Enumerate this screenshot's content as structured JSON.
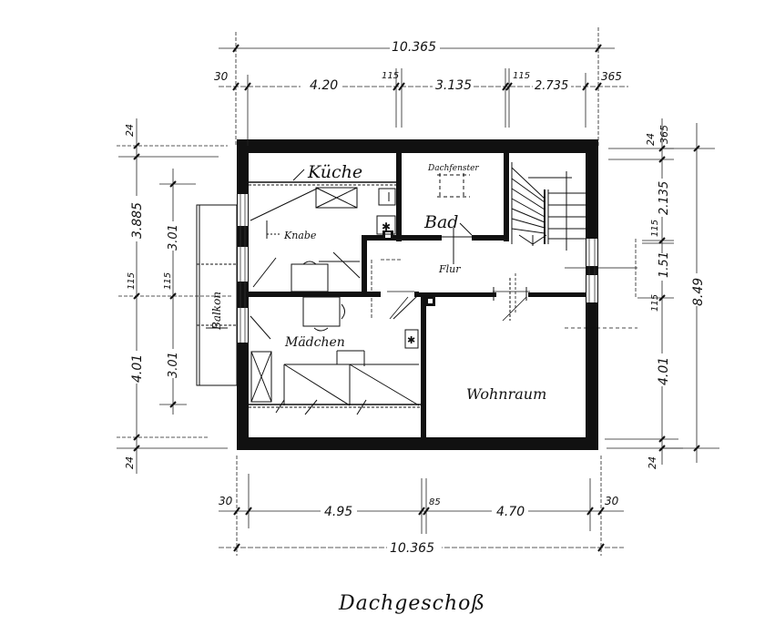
{
  "drawing": {
    "title": "Dachgeschoß",
    "rooms": {
      "kueche": "Küche",
      "knabe": "Knabe",
      "dachfenster": "Dachfenster",
      "bad": "Bad",
      "flur": "Flur",
      "balkon": "Balkon",
      "maedchen": "Mädchen",
      "wohnraum": "Wohnraum"
    }
  },
  "dimensions": {
    "top": {
      "overall": "10.365",
      "segments": [
        "30",
        "4.20",
        "115",
        "3.135",
        "115",
        "2.735",
        "365"
      ]
    },
    "bottom": {
      "overall": "10.365",
      "segments": [
        "30",
        "4.95",
        "85",
        "4.70",
        "30"
      ]
    },
    "left_outer": [
      "24",
      "3.885",
      "115",
      "4.01",
      "24"
    ],
    "left_inner": [
      "3.01",
      "115",
      "3.01"
    ],
    "right_inner": [
      "24",
      "365",
      "2.135",
      "115",
      "1.51",
      "115",
      "4.01",
      "24"
    ],
    "right_outer": "8.49"
  },
  "colors": {
    "ink": "#111111",
    "paper": "#ffffff"
  }
}
